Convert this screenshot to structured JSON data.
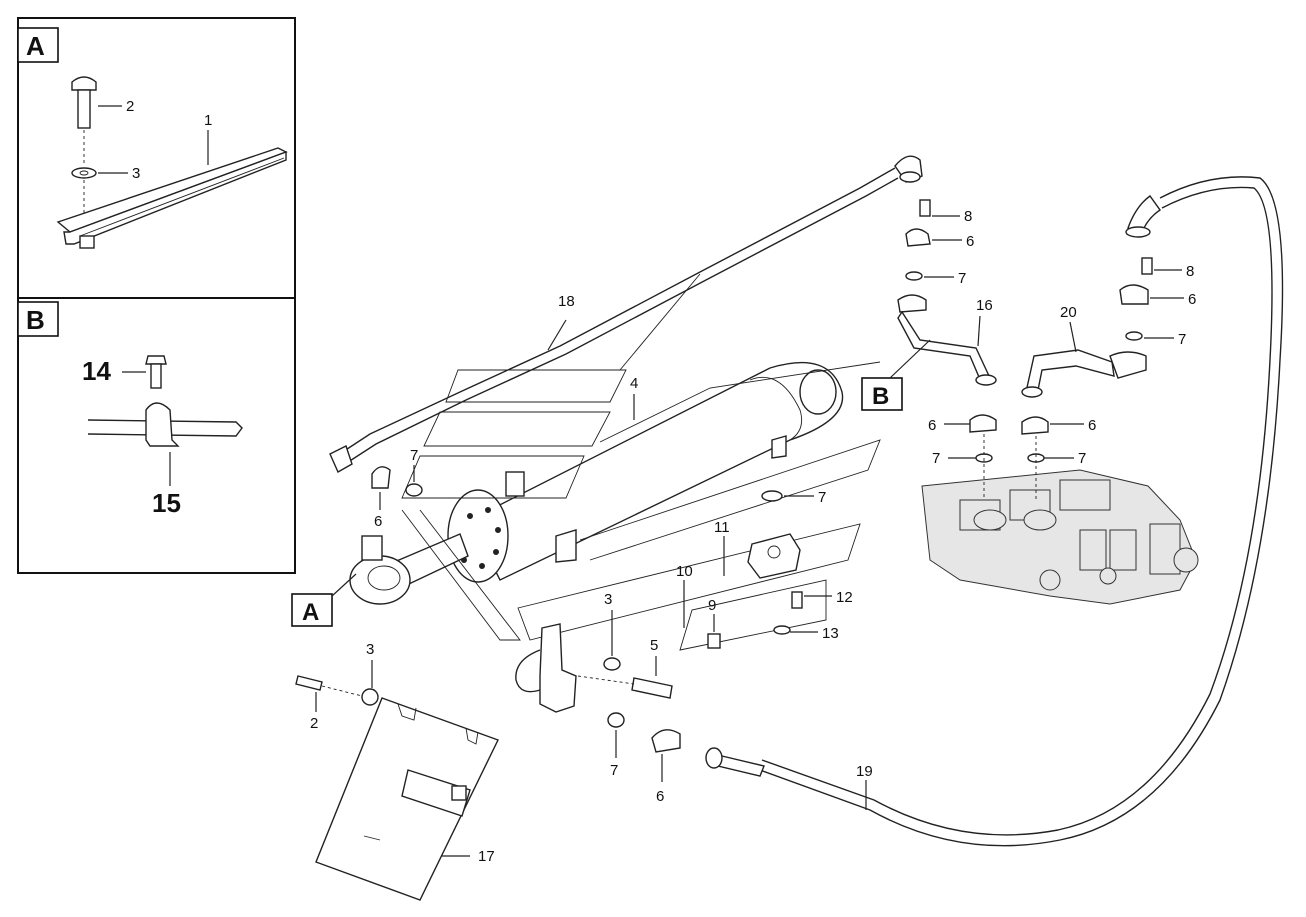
{
  "inset_a": {
    "tag": "A",
    "labels": [
      "2",
      "3",
      "1"
    ]
  },
  "inset_b": {
    "tag": "B",
    "labels": [
      "14",
      "15"
    ]
  },
  "callout_tags": {
    "a": "A",
    "b": "B"
  },
  "labels": {
    "n18": "18",
    "n4": "4",
    "n7_cyl": "7",
    "n6_left": "6",
    "n8_top": "8",
    "n6_top": "6",
    "n7_top": "7",
    "n16": "16",
    "n8_right": "8",
    "n6_right": "6",
    "n7_right": "7",
    "n20": "20",
    "n6_valve_l": "6",
    "n6_valve_r": "6",
    "n7_valve_l": "7",
    "n7_valve_r": "7",
    "n7_block": "7",
    "n11": "11",
    "n10": "10",
    "n9": "9",
    "n12": "12",
    "n13": "13",
    "n3_mid": "3",
    "n5": "5",
    "n3_plate": "3",
    "n2_plate": "2",
    "n7_bottom": "7",
    "n6_bottom": "6",
    "n19": "19",
    "n17": "17"
  }
}
